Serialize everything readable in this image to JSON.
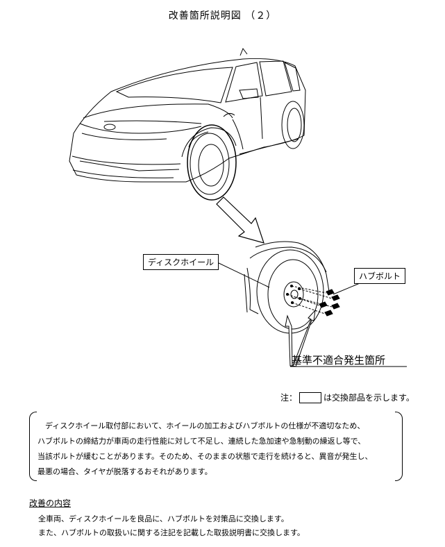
{
  "title": "改善箇所説明図 （２）",
  "callouts": {
    "disc_wheel": "ディスクホイール",
    "hub_bolt": "ハブボルト",
    "fault_location": "基準不適合発生箇所"
  },
  "note": {
    "prefix": "注：",
    "suffix": "は交換部品を示します。"
  },
  "description": {
    "lines": [
      "ディスクホイール取付部において、ホイールの加工およびハブボルトの仕様が不適切なため、",
      "ハブボルトの締結力が車両の走行性能に対して不足し、連続した急加速や急制動の繰返し等で、",
      "当該ボルトが緩むことがあります。そのため、そのままの状態で走行を続けると、異音が発生し、",
      "最悪の場合、タイヤが脱落するおそれがあります。"
    ]
  },
  "improvement": {
    "heading": "改善の内容",
    "lines": [
      "全車両、ディスクホイールを良品に、ハブボルトを対策品に交換します。",
      "また、ハブボルトの取扱いに関する注記を記載した取扱説明書に交換します。"
    ]
  }
}
